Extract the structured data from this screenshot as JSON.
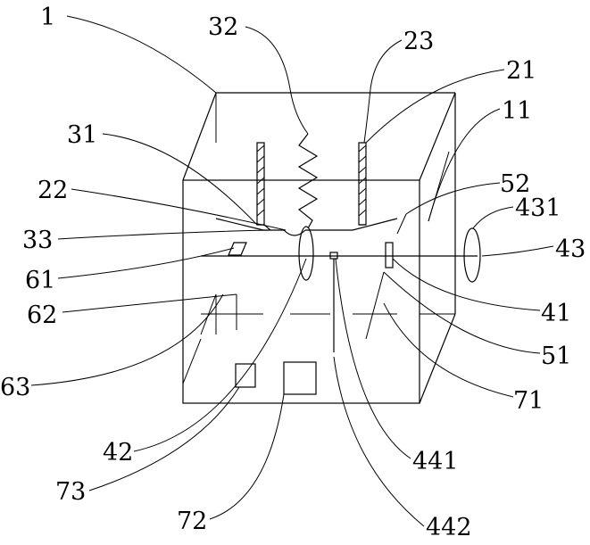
{
  "labels": {
    "l1": "1",
    "l32": "32",
    "l23": "23",
    "l21": "21",
    "l31": "31",
    "l11": "11",
    "l22": "22",
    "l52": "52",
    "l431": "431",
    "l33": "33",
    "l43": "43",
    "l61": "61",
    "l62": "62",
    "l41": "41",
    "l51": "51",
    "l63": "63",
    "l71": "71",
    "l42": "42",
    "l441": "441",
    "l73": "73",
    "l72": "72",
    "l442": "442"
  }
}
